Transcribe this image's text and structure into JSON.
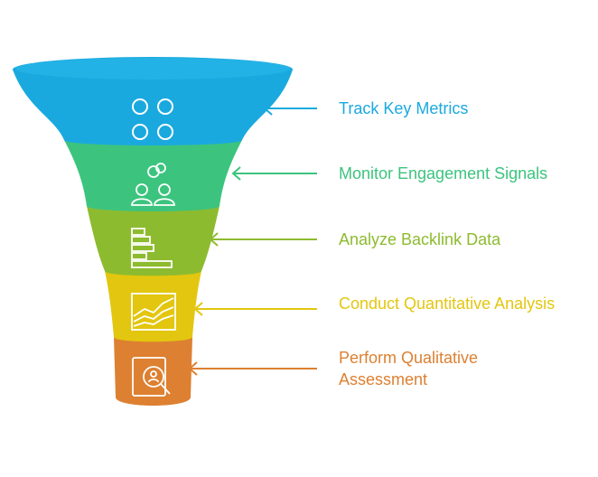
{
  "diagram": {
    "title": "",
    "bottom_caption": "",
    "stages": [
      {
        "label_lines": [
          "Track Key Metrics"
        ],
        "color": "#1aa9df",
        "icon": "grid-of-circles-icon"
      },
      {
        "label_lines": [
          "Monitor Engagement Signals"
        ],
        "color": "#3cc47e",
        "icon": "people-engagement-icon"
      },
      {
        "label_lines": [
          "Analyze Backlink Data"
        ],
        "color": "#8dbb2f",
        "icon": "bar-list-icon"
      },
      {
        "label_lines": [
          "Conduct Quantitative Analysis"
        ],
        "color": "#e3c60f",
        "icon": "area-chart-icon"
      },
      {
        "label_lines": [
          "Perform Qualitative",
          "Assessment"
        ],
        "color": "#dd8031",
        "icon": "magnifier-person-icon"
      }
    ]
  }
}
